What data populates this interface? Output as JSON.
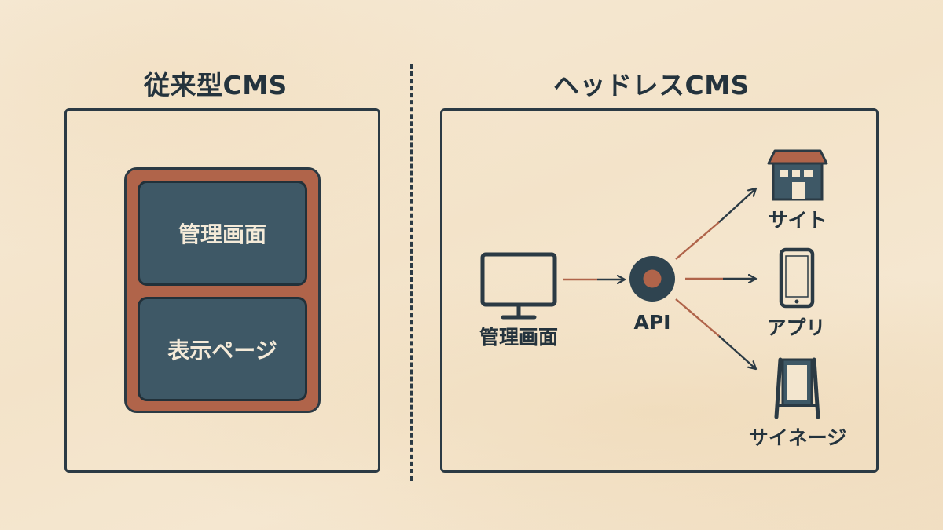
{
  "traditional": {
    "title": "従来型CMS",
    "blocks": [
      "管理画面",
      "表示ページ"
    ]
  },
  "headless": {
    "title": "ヘッドレスCMS",
    "source_label": "管理画面",
    "hub_label": "API",
    "targets": [
      "サイト",
      "アプリ",
      "サイネージ"
    ]
  },
  "colors": {
    "ink": "#2b3a44",
    "accent": "#b0644a",
    "block_fill": "#3e5866",
    "background": "#f5e7d0"
  },
  "icons": {
    "source": "monitor-icon",
    "hub": "api-hub-icon",
    "targets": [
      "store-icon",
      "smartphone-icon",
      "signboard-icon"
    ]
  }
}
